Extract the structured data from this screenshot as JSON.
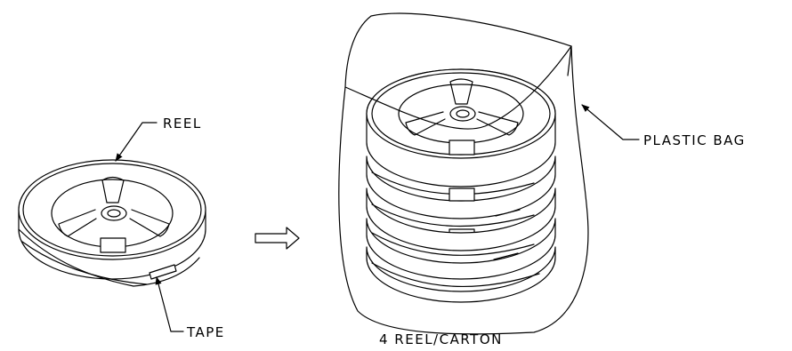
{
  "labels": {
    "reel": "REEL",
    "tape": "TAPE",
    "plastic_bag": "PLASTIC BAG",
    "carton_caption": "4 REEL/CARTON"
  },
  "colors": {
    "ink": "#000000",
    "paper": "#ffffff"
  },
  "icons": {
    "process_arrow": "hollow-right-arrow"
  }
}
